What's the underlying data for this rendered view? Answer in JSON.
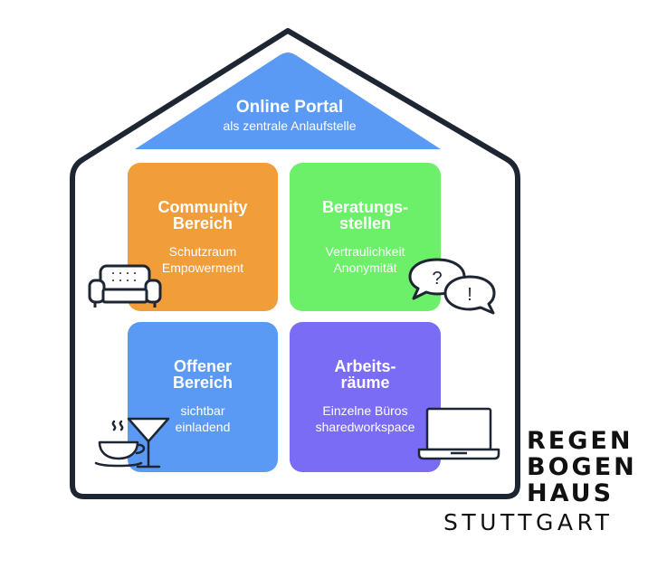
{
  "roof": {
    "title": "Online Portal",
    "subtitle": "als zentrale Anlaufstelle"
  },
  "tiles": [
    {
      "title": "Community\nBereich",
      "lines": [
        "Schutzraum",
        "Empowerment"
      ],
      "color": "#f09d3a"
    },
    {
      "title": "Beratungs-\nstellen",
      "lines": [
        "Vertraulichkeit",
        "Anonymität"
      ],
      "color": "#6cf06a"
    },
    {
      "title": "Offener\nBereich",
      "lines": [
        "sichtbar",
        "einladend"
      ],
      "color": "#5b9af4"
    },
    {
      "title": "Arbeits-\nräume",
      "lines": [
        "Einzelne Büros",
        "sharedworkspace"
      ],
      "color": "#7a6cf5"
    }
  ],
  "icons": {
    "sofa": "sofa-icon",
    "speech": "speech-bubbles-icon",
    "cup": "coffee-cup-icon",
    "glass": "cocktail-glass-icon",
    "laptop": "laptop-icon"
  },
  "speech_marks": {
    "question": "?",
    "exclamation": "!"
  },
  "logo": {
    "lines": [
      "REGEN",
      "BOGEN",
      "HAUS"
    ],
    "city": "STUTTGART"
  },
  "colors": {
    "roof": "#5b9af4",
    "outline": "#1e2533",
    "logo": "#111111"
  }
}
